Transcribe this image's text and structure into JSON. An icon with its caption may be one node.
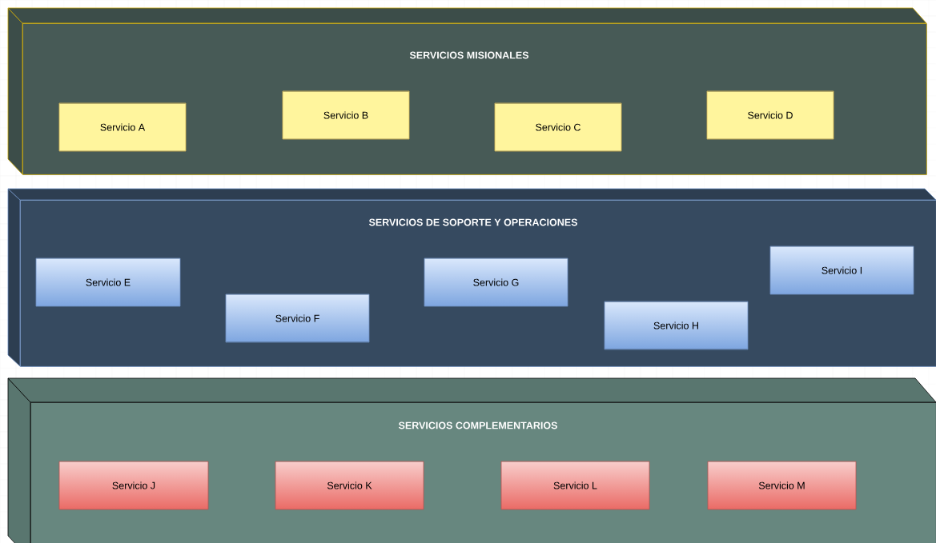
{
  "diagram": {
    "nodes": [
      {
        "text": [
          "SERVICIOS MISIONALES"
        ]
      },
      {
        "text": [
          "Servicio A"
        ],
        "in": 0
      },
      {
        "text": [
          "Servicio B"
        ],
        "in": 0
      },
      {
        "text": [
          "Servicio C"
        ],
        "in": 0
      },
      {
        "text": [
          "Servicio D"
        ],
        "in": 0
      },
      {
        "text": [
          "SERVICIOS DE SOPORTE Y OPERACIONES"
        ]
      },
      {
        "text": [
          "Servicio E"
        ],
        "in": 5
      },
      {
        "text": [
          "Servicio F"
        ],
        "in": 5
      },
      {
        "text": [
          "Servicio G"
        ],
        "in": 5
      },
      {
        "text": [
          "Servicio H"
        ],
        "in": 5
      },
      {
        "text": [
          "Servicio I"
        ],
        "in": 5
      },
      {
        "text": [
          "SERVICIOS COMPLEMENTARIOS"
        ]
      },
      {
        "text": [
          "Servicio J"
        ],
        "in": 11
      },
      {
        "text": [
          "Servicio K"
        ],
        "in": 11
      },
      {
        "text": [
          "Servicio L"
        ],
        "in": 11
      },
      {
        "text": [
          "Servicio M"
        ],
        "in": 11
      }
    ]
  }
}
